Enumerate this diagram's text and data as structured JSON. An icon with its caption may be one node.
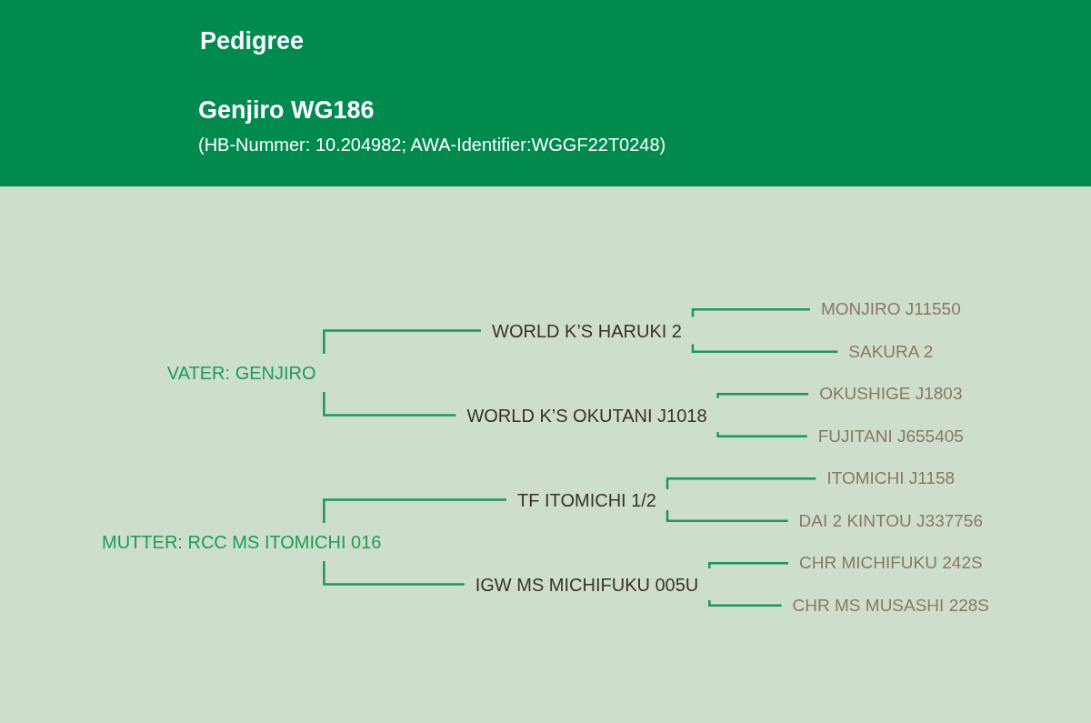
{
  "diagram": {
    "title": "Pedigree",
    "nodes": [
      {
        "text": [
          "VATER: GENJIRO"
        ]
      },
      {
        "text": [
          "WORLD K’S HARUKI 2"
        ]
      },
      {
        "text": [
          "MONJIRO J11550"
        ]
      },
      {
        "text": [
          "SAKURA 2"
        ]
      },
      {
        "text": [
          "WORLD K’S OKUTANI J1018"
        ]
      },
      {
        "text": [
          "OKUSHIGE J1803"
        ]
      },
      {
        "text": [
          "FUJITANI J655405"
        ]
      },
      {
        "text": [
          "MUTTER: RCC MS ITOMICHI 016"
        ]
      },
      {
        "text": [
          "TF ITOMICHI 1/2"
        ]
      },
      {
        "text": [
          "ITOMICHI J1158"
        ]
      },
      {
        "text": [
          "DAI 2 KINTOU J337756"
        ]
      },
      {
        "text": [
          "IGW MS MICHIFUKU 005U"
        ]
      },
      {
        "text": [
          "CHR MICHIFUKU 242S"
        ]
      },
      {
        "text": [
          "CHR MS MUSASHI 228S"
        ]
      }
    ],
    "edges": [
      {
        "from": 0,
        "to": 1,
        "arrow": "none"
      },
      {
        "from": 0,
        "to": 4,
        "arrow": "none"
      },
      {
        "from": 1,
        "to": 2,
        "arrow": "none"
      },
      {
        "from": 1,
        "to": 3,
        "arrow": "none"
      },
      {
        "from": 4,
        "to": 5,
        "arrow": "none"
      },
      {
        "from": 4,
        "to": 6,
        "arrow": "none"
      },
      {
        "from": 7,
        "to": 8,
        "arrow": "none"
      },
      {
        "from": 7,
        "to": 11,
        "arrow": "none"
      },
      {
        "from": 8,
        "to": 9,
        "arrow": "none"
      },
      {
        "from": 8,
        "to": 10,
        "arrow": "none"
      },
      {
        "from": 11,
        "to": 12,
        "arrow": "none"
      },
      {
        "from": 11,
        "to": 13,
        "arrow": "none"
      }
    ],
    "labels": [
      "Genjiro WG186",
      "(HB-Nummer: 10.204982; AWA-Identifier:WGGF22T0248)"
    ]
  }
}
